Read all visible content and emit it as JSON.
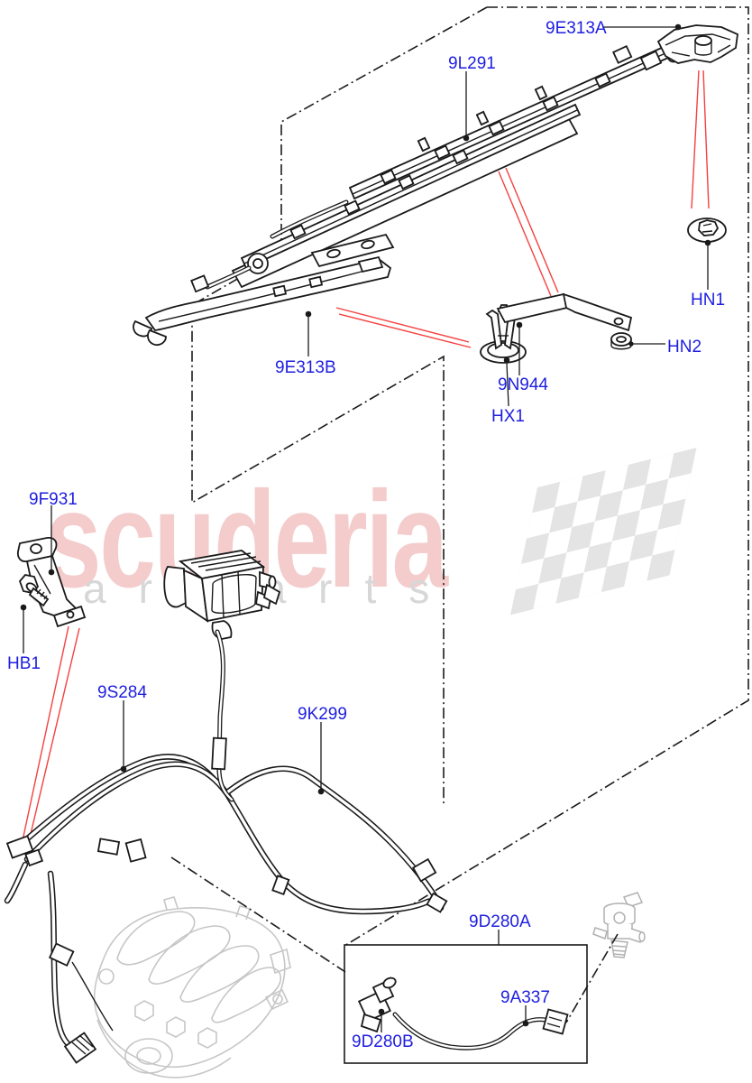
{
  "diagram": {
    "type": "parts-exploded-diagram",
    "subject": "fuel lines and fuel rail assembly",
    "colors": {
      "part_label": "#1e1ee0",
      "pointer_red": "#f54040",
      "line_black": "#1a1a1a",
      "ghost_part_gray": "#c6c6c6",
      "pump_gray": "#b0b0b0",
      "watermark_pink": "#f4cccc",
      "watermark_gray": "#d7d7d7",
      "flag_gray": "#e4e4e4"
    }
  },
  "watermark": {
    "brand": "scuderia",
    "sub1": "car",
    "sub2": "parts"
  },
  "labels": {
    "9E313A": {
      "text": "9E313A"
    },
    "9L291": {
      "text": "9L291"
    },
    "HN1": {
      "text": "HN1"
    },
    "HN2": {
      "text": "HN2"
    },
    "9N944": {
      "text": "9N944"
    },
    "HX1": {
      "text": "HX1"
    },
    "9E313B": {
      "text": "9E313B"
    },
    "9F931": {
      "text": "9F931"
    },
    "HB1": {
      "text": "HB1"
    },
    "9S284": {
      "text": "9S284"
    },
    "9K299": {
      "text": "9K299"
    },
    "9D280A": {
      "text": "9D280A"
    },
    "9A337": {
      "text": "9A337"
    },
    "9D280B": {
      "text": "9D280B"
    }
  }
}
